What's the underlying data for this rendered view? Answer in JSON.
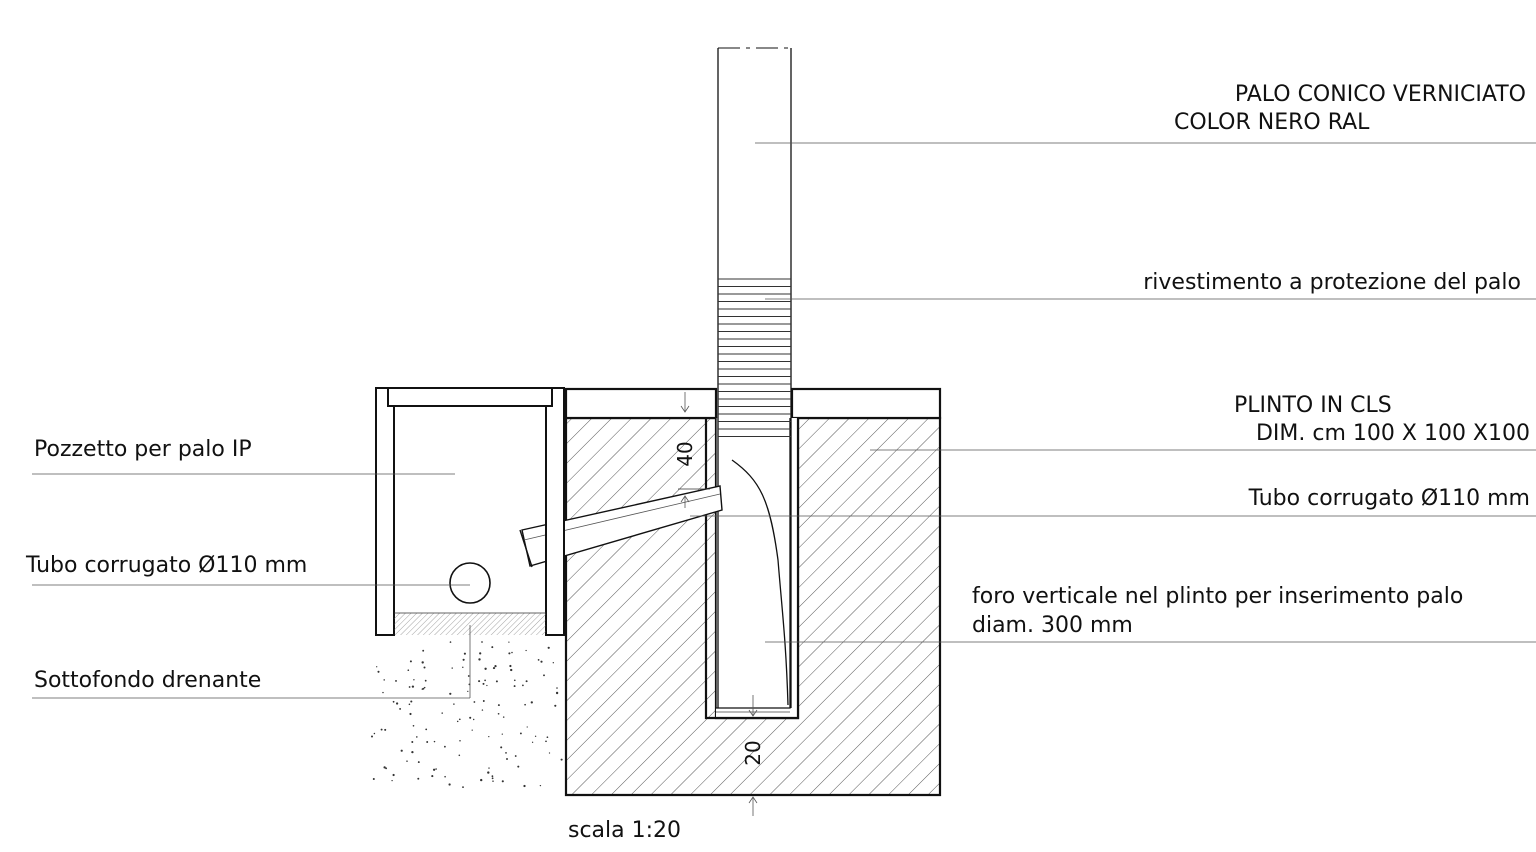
{
  "labels": {
    "pole_line1": "PALO CONICO VERNICIATO",
    "pole_line2": "COLOR NERO RAL",
    "sleeve": "rivestimento a protezione del palo",
    "plinth_line1": "PLINTO IN CLS",
    "plinth_line2": "DIM. cm 100 X 100 X100",
    "pipe_right": "Tubo corrugato Ø110 mm",
    "hole_line1": "foro verticale nel plinto per inserimento palo",
    "hole_line2": "diam. 300 mm",
    "manhole": "Pozzetto per palo IP",
    "pipe_left": "Tubo corrugato Ø110 mm",
    "subbase": "Sottofondo drenante",
    "scale": "scala 1:20"
  },
  "dimensions": {
    "top": "40",
    "bottom": "20"
  }
}
